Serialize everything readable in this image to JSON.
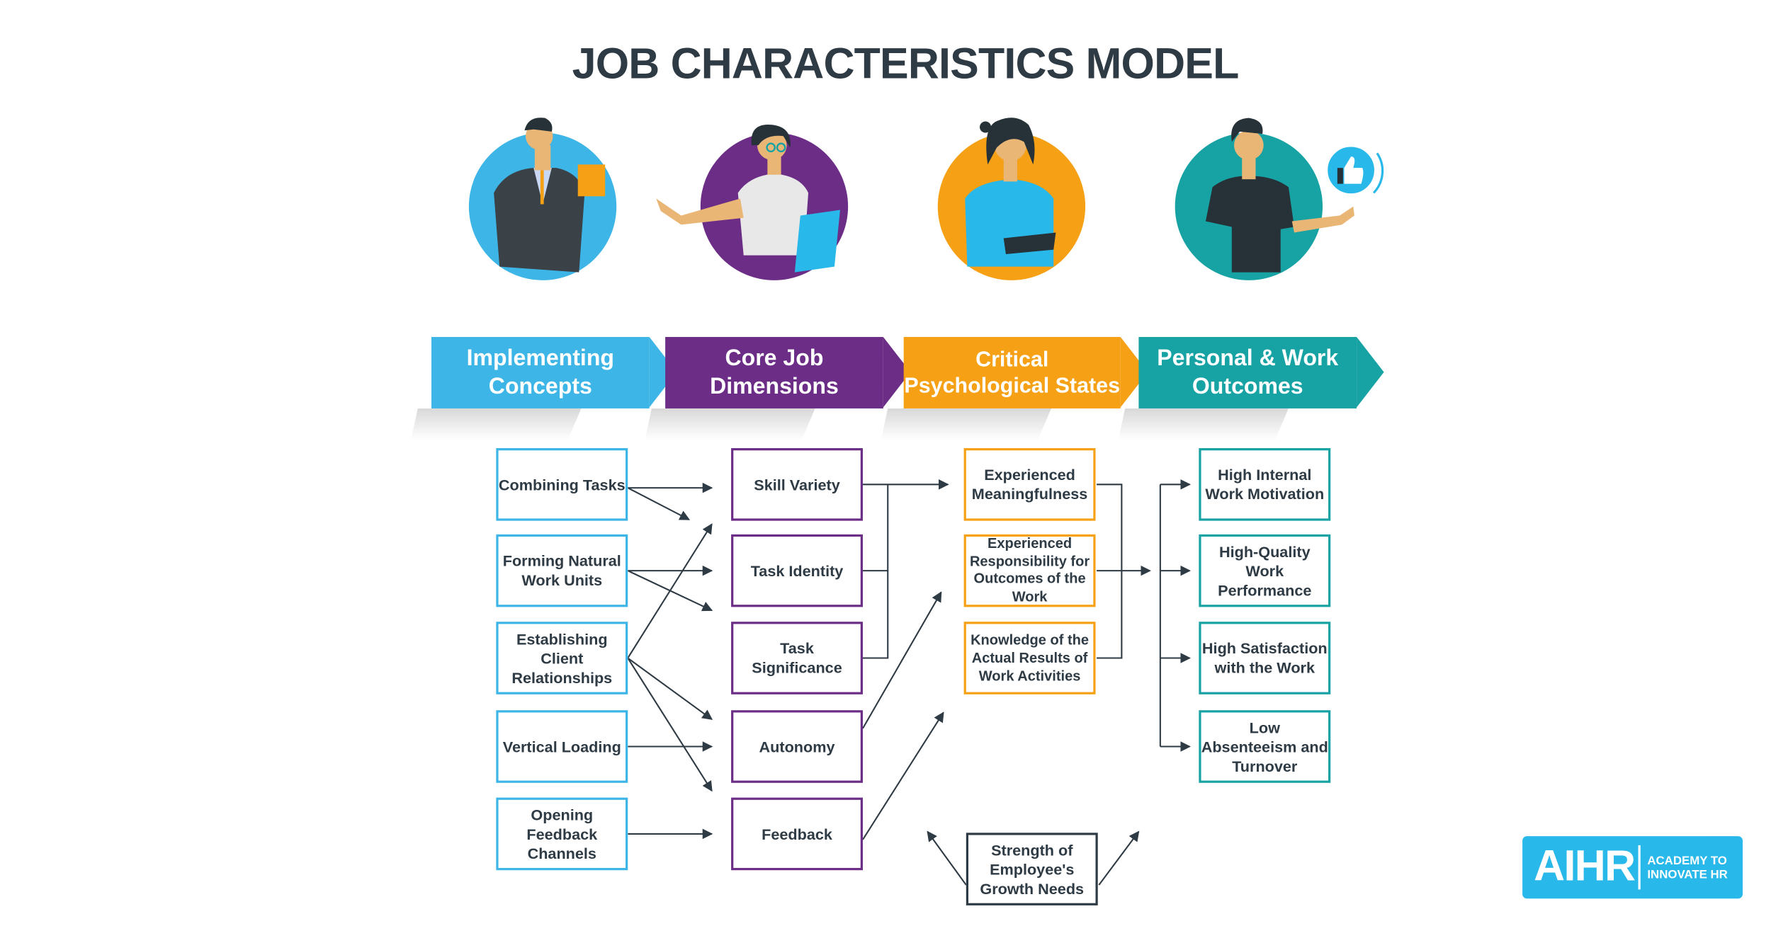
{
  "title": "JOB CHARACTERISTICS MODEL",
  "colors": {
    "implementing": "#3db5e6",
    "core": "#6b2d86",
    "critical": "#f5a015",
    "outcomes": "#17a2a4",
    "text": "#2e3a44"
  },
  "headers": [
    {
      "line1": "Implementing",
      "line2": "Concepts"
    },
    {
      "line1": "Core Job",
      "line2": "Dimensions"
    },
    {
      "line1": "Critical",
      "line2": "Psychological States"
    },
    {
      "line1": "Personal & Work",
      "line2": "Outcomes"
    }
  ],
  "implementing_concepts": [
    "Combining Tasks",
    "Forming Natural Work Units",
    "Establishing Client Relationships",
    "Vertical Loading",
    "Opening Feedback Channels"
  ],
  "core_dimensions": [
    "Skill Variety",
    "Task Identity",
    "Task Significance",
    "Autonomy",
    "Feedback"
  ],
  "psychological_states": [
    "Experienced Meaningfulness",
    "Experienced Responsibility for Outcomes of the Work",
    "Knowledge of the Actual Results of Work Activities"
  ],
  "outcomes": [
    "High Internal Work Motivation",
    "High-Quality Work Performance",
    "High Satisfaction with the Work",
    "Low Absenteeism and Turnover"
  ],
  "moderator": "Strength of Employee's Growth Needs",
  "logo": {
    "mark": "AIHR",
    "line1": "ACADEMY TO",
    "line2": "INNOVATE HR"
  }
}
